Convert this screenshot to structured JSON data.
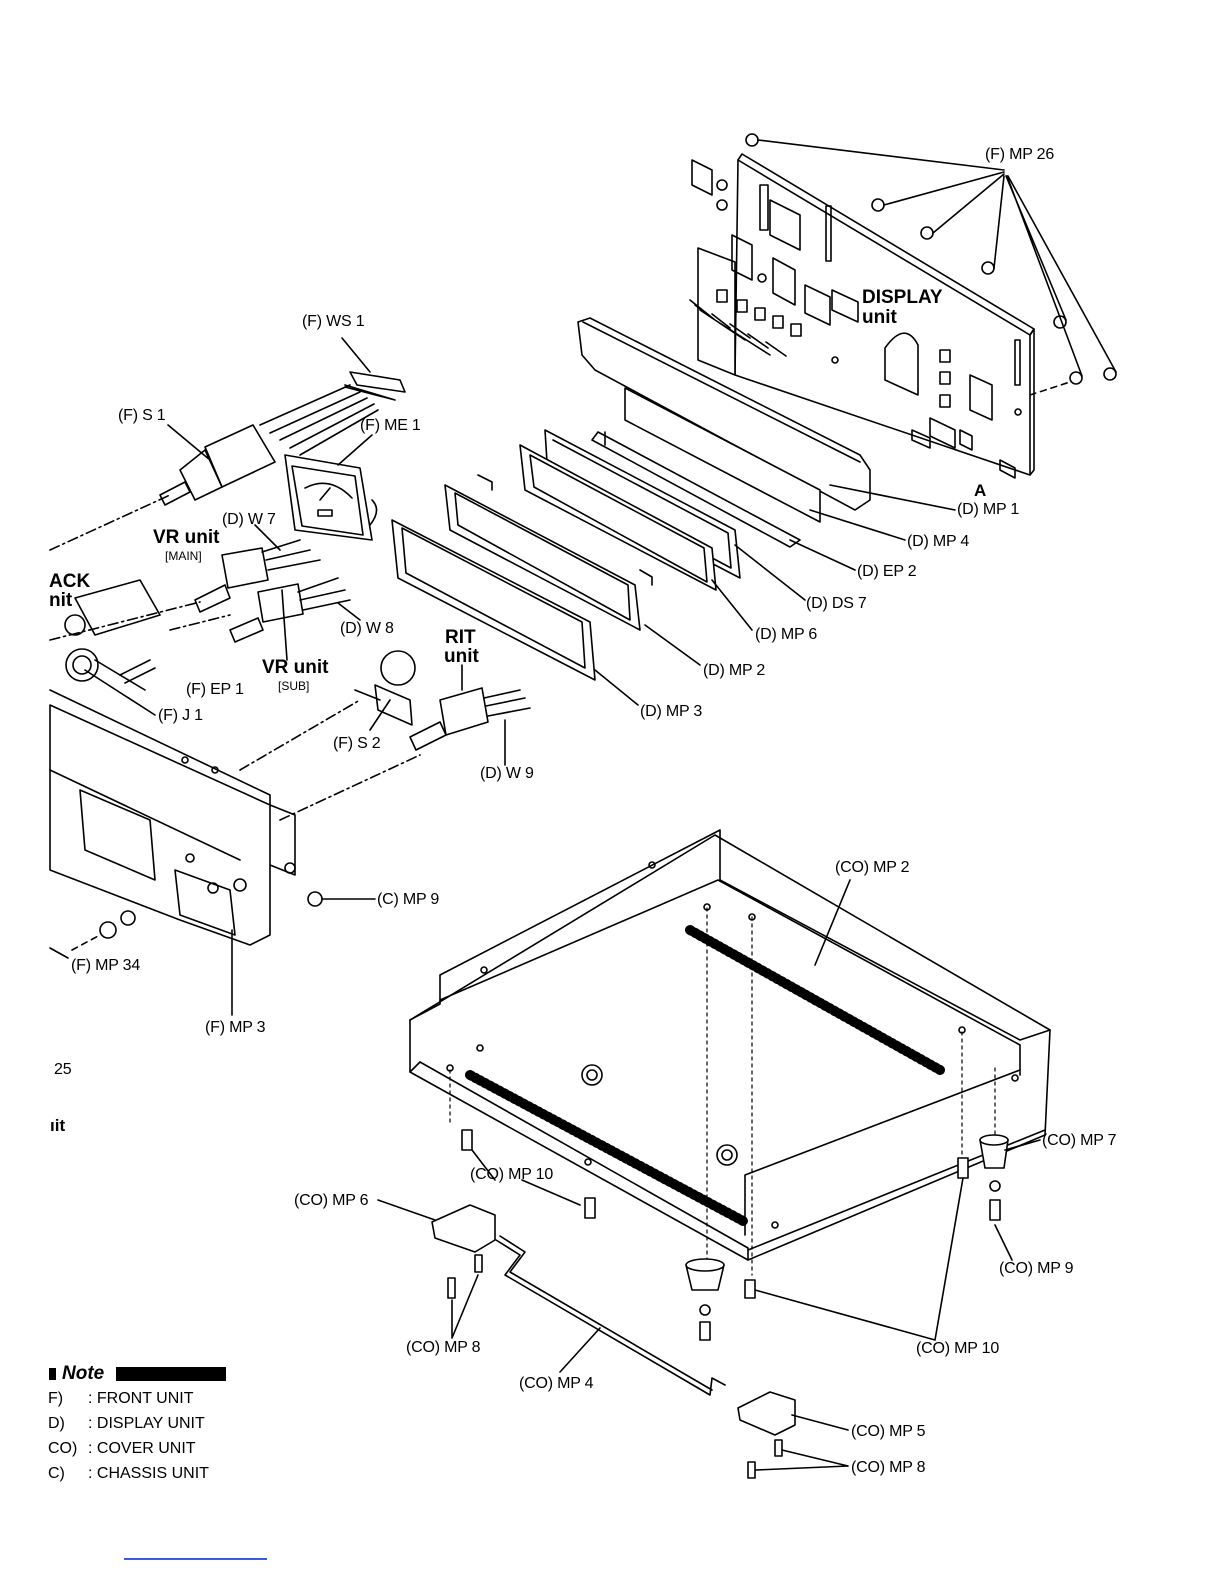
{
  "diagram": {
    "labels": {
      "f_mp26": "(F) MP 26",
      "display_unit_line1": "DISPLAY",
      "display_unit_line2": "unit",
      "f_ws1": "(F) WS 1",
      "f_s1": "(F) S 1",
      "f_me1": "(F) ME 1",
      "d_w7": "(D) W 7",
      "vr_unit_main": "VR unit",
      "vr_main_sub": "[MAIN]",
      "jack_unit_line1": "ACK",
      "jack_unit_line2": "nit",
      "d_w8": "(D) W 8",
      "vr_unit_sub": "VR unit",
      "vr_sub_sub": "[SUB]",
      "rit_unit_line1": "RIT",
      "rit_unit_line2": "unit",
      "f_ep1": "(F) EP 1",
      "f_j1": "(F) J 1",
      "f_s2": "(F) S 2",
      "d_w9": "(D) W 9",
      "a_mark": "A",
      "d_mp1": "(D) MP 1",
      "d_mp4": "(D) MP 4",
      "d_ep2": "(D) EP 2",
      "d_ds7": "(D) DS 7",
      "d_mp6": "(D) MP 6",
      "d_mp2": "(D) MP 2",
      "d_mp3": "(D) MP 3",
      "c_mp9": "(C) MP 9",
      "f_mp34": "(F) MP 34",
      "f_mp3": "(F) MP 3",
      "co_mp2": "(CO) MP 2",
      "co_mp7": "(CO) MP 7",
      "co_mp10_left": "(CO) MP 10",
      "co_mp6": "(CO) MP 6",
      "co_mp9": "(CO) MP 9",
      "co_mp8_left": "(CO) MP 8",
      "co_mp10_right": "(CO) MP 10",
      "co_mp4": "(CO) MP 4",
      "co_mp5": "(CO) MP 5",
      "co_mp8_right": "(CO) MP 8",
      "page_num_fragment": "25",
      "unit_fragment": "ıit"
    },
    "note": {
      "title": "Note",
      "rows": [
        {
          "code": "F)",
          "desc": ": FRONT UNIT"
        },
        {
          "code": "D)",
          "desc": ": DISPLAY UNIT"
        },
        {
          "code": "CO)",
          "desc": ": COVER UNIT"
        },
        {
          "code": "C)",
          "desc": ": CHASSIS UNIT"
        }
      ]
    }
  }
}
